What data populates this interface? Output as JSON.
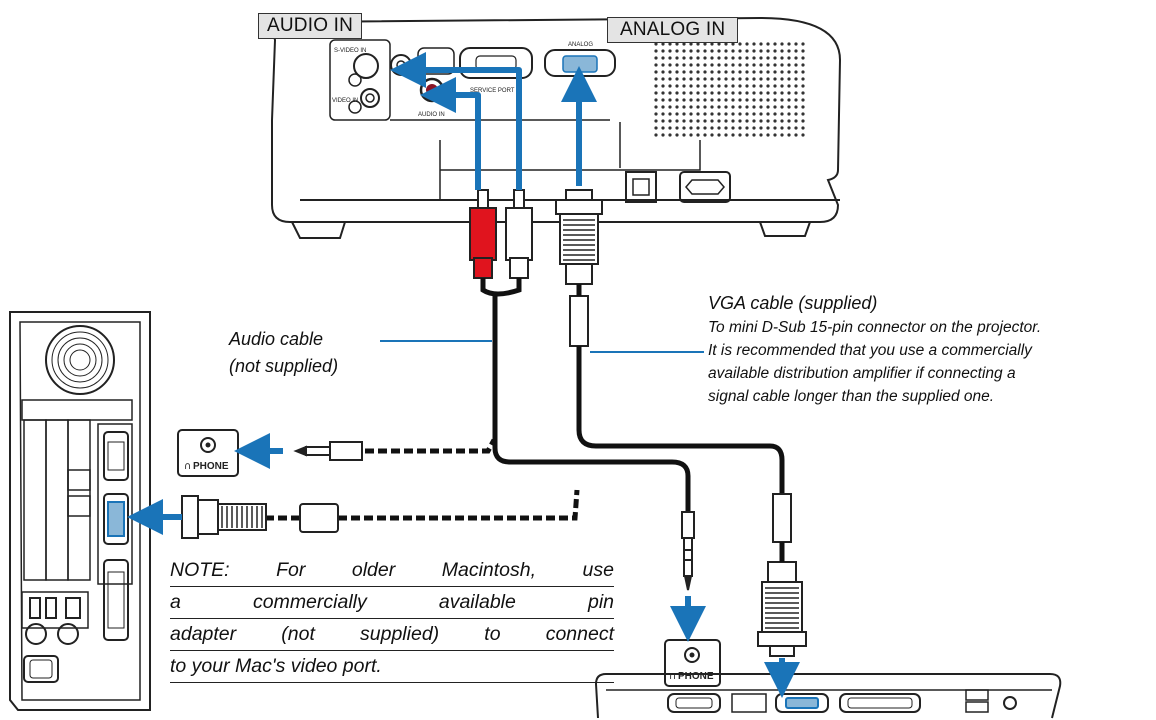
{
  "labels": {
    "audio_in": "AUDIO IN",
    "analog_in": "ANALOG IN",
    "audio_cable_1": "Audio cable",
    "audio_cable_2": "(not supplied)",
    "vga_cable": "VGA cable (supplied)",
    "vga_desc": [
      "To mini D-Sub 15-pin connector on the projector.",
      "It is recommended that you use a commercially",
      "available distribution amplifier if connecting a",
      "signal cable longer than the supplied one."
    ],
    "phone": "PHONE",
    "note": [
      "NOTE: For older Macintosh, use",
      "a commercially available pin",
      "adapter (not supplied) to connect",
      "to your Mac's video port."
    ]
  },
  "panel_labels": {
    "s_video": "S-VIDEO IN",
    "video": "VIDEO IN",
    "service": "SERVICE PORT",
    "analog": "ANALOG",
    "audio": "AUDIO IN"
  },
  "colors": {
    "arrow": "#1a74b8",
    "cable": "#111111",
    "plug_red": "#e0141e",
    "device_outline": "#222222"
  },
  "icons": [
    "arrow-icon",
    "phone-jack-icon",
    "headphone-icon"
  ]
}
